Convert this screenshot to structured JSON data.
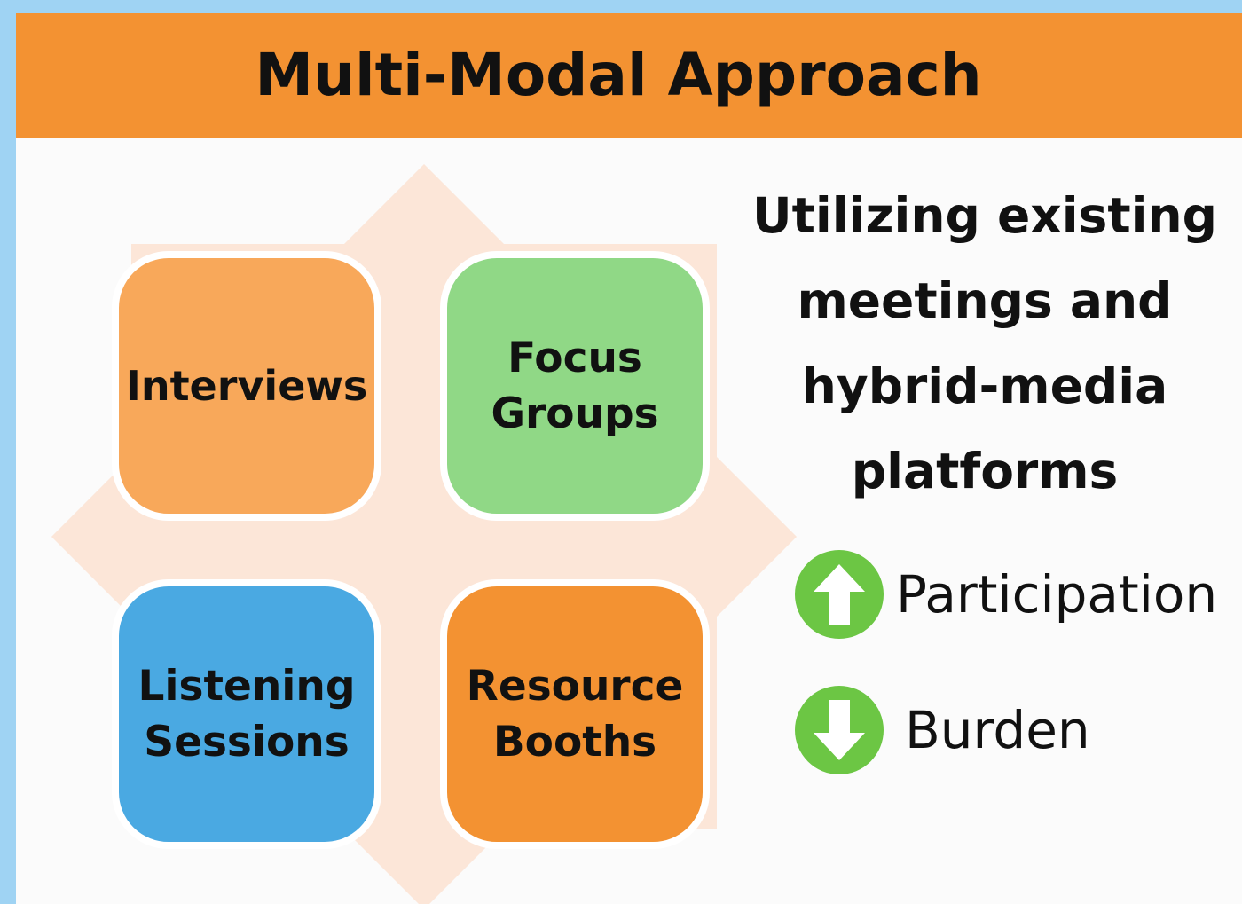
{
  "header": {
    "title": "Multi-Modal Approach"
  },
  "tiles": [
    {
      "label": "Interviews"
    },
    {
      "label": "Focus\nGroups"
    },
    {
      "label": "Listening\nSessions"
    },
    {
      "label": "Resource\nBooths"
    }
  ],
  "side": {
    "heading_lines": [
      "Utilizing existing",
      "meetings and",
      "hybrid-media",
      "platforms"
    ]
  },
  "indicators": [
    {
      "direction": "up",
      "icon": "arrow-up-circle-icon",
      "label": "Participation"
    },
    {
      "direction": "down",
      "icon": "arrow-down-circle-icon",
      "label": "Burden"
    }
  ],
  "colors": {
    "background_border": "#9fd3f3",
    "header": "#f39232",
    "interviews": "#f8a85a",
    "focus_groups": "#90d886",
    "listening_sessions": "#4aa9e2",
    "resource_booths": "#f39232",
    "diamond": "#fce6d8",
    "arrow_circle": "#6cc644"
  }
}
